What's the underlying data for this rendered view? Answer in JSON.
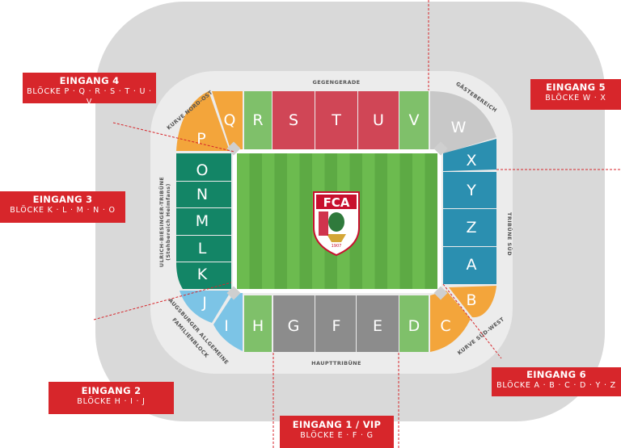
{
  "colors": {
    "outer_grey": "#d6d6d6",
    "ring_light": "#e8e8e8",
    "pitch_green": "#5daa44",
    "pitch_stripe": "#6cbb4f",
    "orange": "#f3a53b",
    "light_green": "#7fc06a",
    "red": "#d04656",
    "grey_stand": "#8c8c8c",
    "guest_grey": "#c8c8c8",
    "dark_green": "#138566",
    "teal_blue": "#2b8fb0",
    "light_blue": "#7cc4e6",
    "entrance_red": "#d7262b"
  },
  "stands": {
    "north": "GEGENGERADE",
    "south": "HAUPTTRIBÜNE",
    "east": "TRIBÜNE SÜD",
    "west_line1": "ULRICH-BIESINGER-TRIBÜNE",
    "west_line2": "(Stehbereich Heimfans)",
    "nw_curve": "KURVE NORD-OST",
    "ne_curve": "GÄSTEBEREICH",
    "sw_curve_line1": "AUGSBURGER ALLGEMEINE",
    "sw_curve_line2": "FAMILIENBLOCK",
    "se_curve": "KURVE SÜD-WEST"
  },
  "blocks": {
    "north": [
      "Q",
      "R",
      "S",
      "T",
      "U",
      "V"
    ],
    "nw": [
      "P"
    ],
    "ne": [
      "W"
    ],
    "west": [
      "O",
      "N",
      "M",
      "L",
      "K"
    ],
    "east": [
      "X",
      "Y",
      "Z",
      "A"
    ],
    "sw": [
      "J",
      "I"
    ],
    "south": [
      "H",
      "G",
      "F",
      "E",
      "D"
    ],
    "se": [
      "B",
      "C"
    ]
  },
  "logo": {
    "text": "FCA",
    "year": "1907",
    "icon": "fca-crest-icon"
  },
  "entrances": [
    {
      "id": "e4",
      "title": "EINGANG 4",
      "blocks": "BLÖCKE P · Q · R · S · T · U · V"
    },
    {
      "id": "e3",
      "title": "EINGANG 3",
      "blocks": "BLÖCKE K · L · M · N · O"
    },
    {
      "id": "e2",
      "title": "EINGANG 2",
      "blocks": "BLÖCKE H · I · J"
    },
    {
      "id": "e1",
      "title": "EINGANG 1 / VIP",
      "blocks": "BLÖCKE E · F · G"
    },
    {
      "id": "e5",
      "title": "EINGANG 5",
      "blocks": "BLÖCKE W · X"
    },
    {
      "id": "e6",
      "title": "EINGANG 6",
      "blocks": "BLÖCKE A · B · C · D · Y · Z"
    }
  ]
}
